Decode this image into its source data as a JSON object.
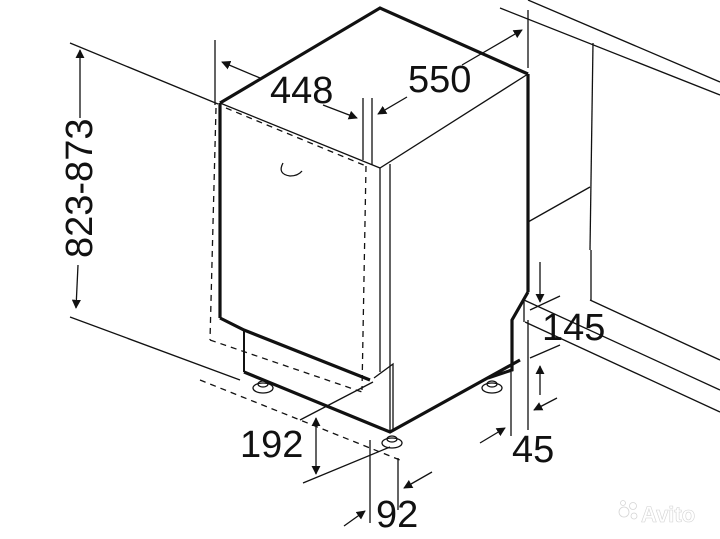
{
  "diagram": {
    "subject": "Built-in dishwasher installation dimensions",
    "units": "mm",
    "dimensions": {
      "width": "448",
      "depth": "550",
      "height": "823-873",
      "plinth_height": "145",
      "plinth_depth": "45",
      "foot_height": "192",
      "foot_offset": "92"
    }
  },
  "watermark": {
    "label": "Avito"
  }
}
